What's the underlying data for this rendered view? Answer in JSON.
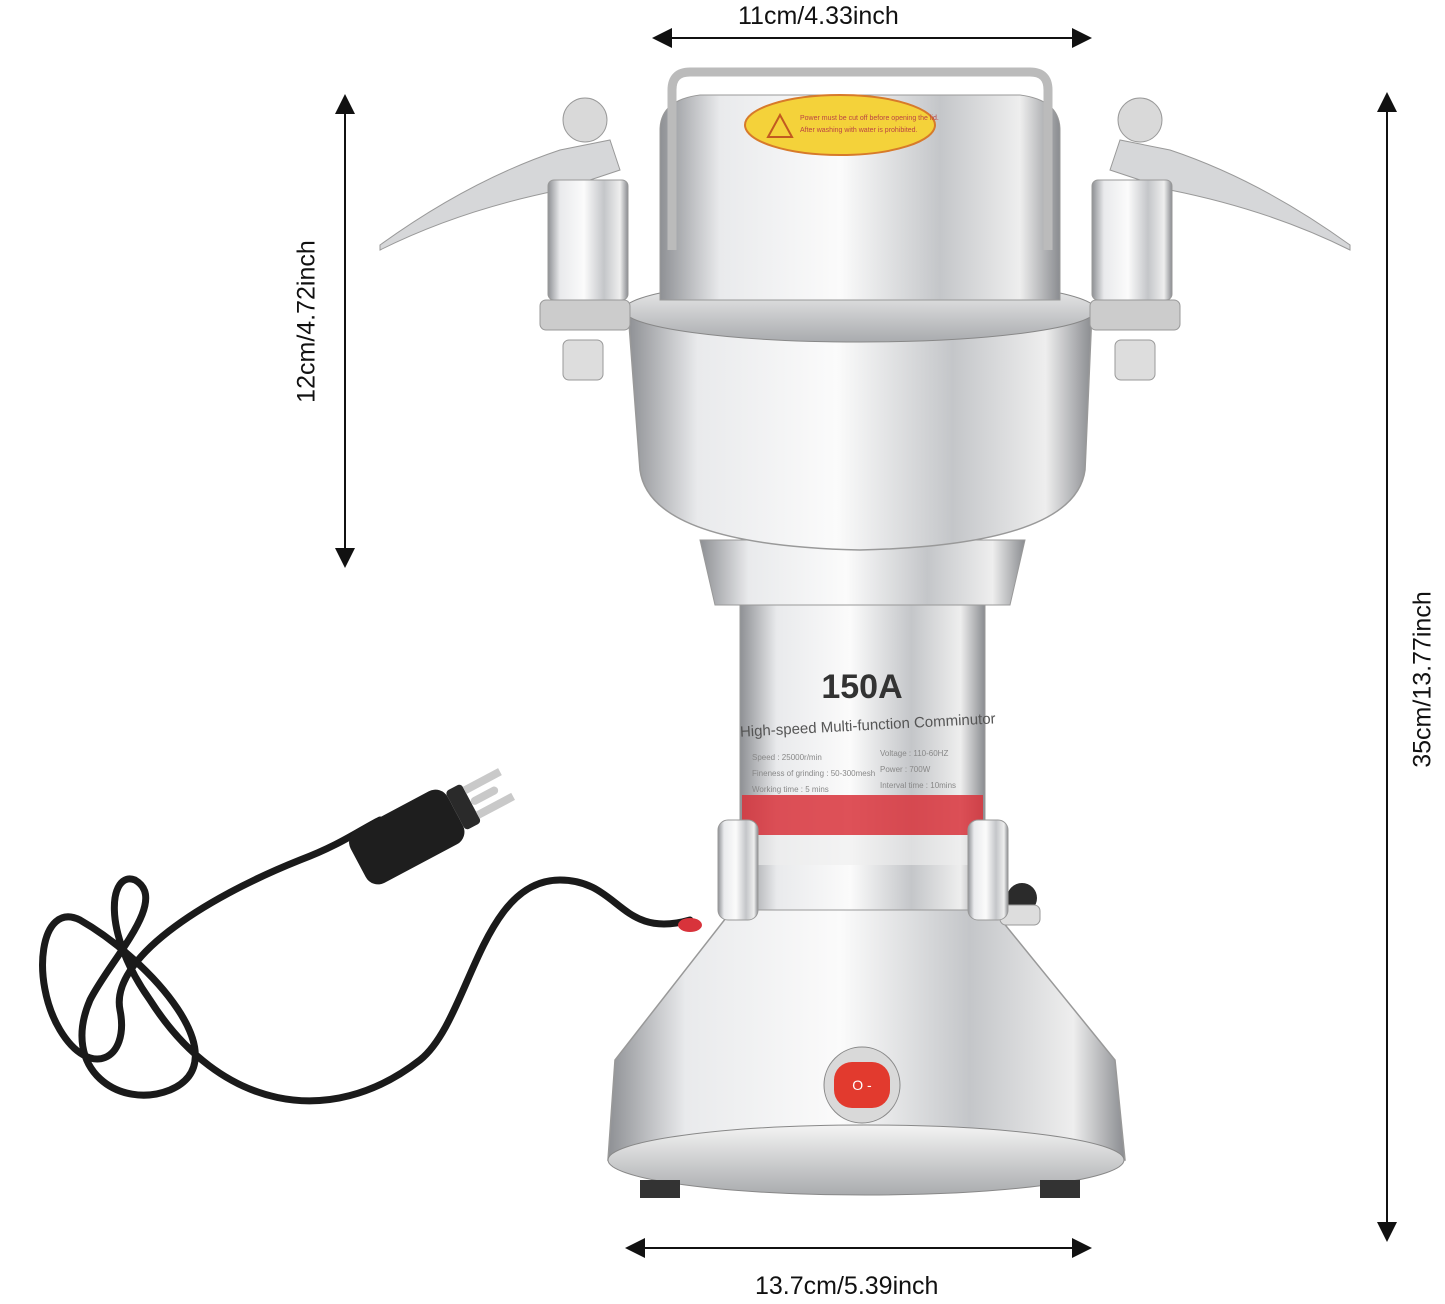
{
  "dimensions": {
    "top_width": "11cm/4.33inch",
    "cup_height": "12cm/4.72inch",
    "total_height": "35cm/13.77inch",
    "base_width": "13.7cm/5.39inch"
  },
  "product": {
    "model": "150A",
    "subtitle": "High-speed Multi-function Comminutor",
    "specs_left": [
      "Speed : 25000r/min",
      "Fineness of grinding : 50-300mesh",
      "Working time : 5 mins"
    ],
    "specs_right": [
      "Voltage : 110-60HZ",
      "Power : 700W",
      "Interval time : 10mins"
    ],
    "warning_sticker": [
      "Power must be cut off before opening the lid.",
      "After washing with water is prohibited."
    ],
    "switch_marks": "O  -"
  },
  "colors": {
    "arrow": "#111111",
    "steel": "#c8cacd",
    "label_red": "#d8333b",
    "switch_red": "#e23a2e",
    "sticker_yellow": "#f4d23a",
    "cord": "#1a1a1a"
  }
}
